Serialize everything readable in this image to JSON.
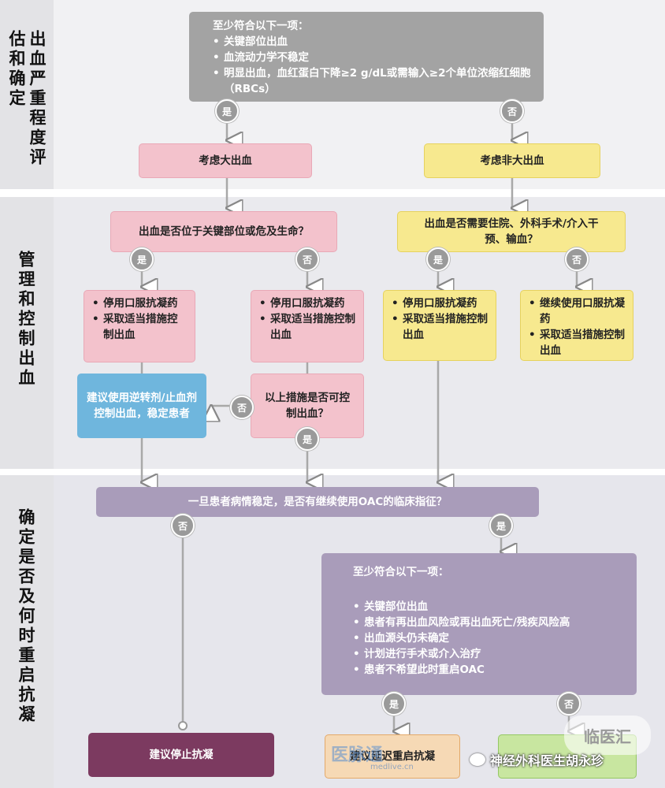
{
  "sections": {
    "s1": "出血严重程度评估和确定",
    "s2": "管理和控制出血",
    "s3": "确定是否及何时重启抗凝"
  },
  "box1": {
    "intro": "至少符合以下一项：",
    "items": [
      "关键部位出血",
      "血流动力学不稳定",
      "明显出血，血红蛋白下降≥2 g/dL或需输入≥2个单位浓缩红细胞（RBCs）"
    ]
  },
  "labels": {
    "yes": "是",
    "no": "否"
  },
  "major_bleed": "考虑大出血",
  "nonmajor_bleed": "考虑非大出血",
  "q_critical": "出血是否位于关键部位或危及生命？",
  "q_hospital": "出血是否需要住院、外科手术/介入干预、输血？",
  "stop_box": [
    "停用口服抗凝药",
    "采取适当措施控制出血"
  ],
  "continue_box": [
    "继续使用口服抗凝药",
    "采取适当措施控制出血"
  ],
  "reversal_box": "建议使用逆转剂/止血剂控制出血，稳定患者",
  "q_controlled": "以上措施是否可控制出血？",
  "q_resume": "一旦患者病情稳定，是否有继续使用OAC的临床指征？",
  "box_criteria": {
    "intro": "至少符合以下一项：",
    "items": [
      "关键部位出血",
      "患者有再出血风险或再出血死亡/残疾风险高",
      "出血源头仍未确定",
      "计划进行手术或介入治疗",
      "患者不希望此时重启OAC"
    ]
  },
  "stop_anticoag": "建议停止抗凝",
  "delay_restart": "建议延迟重启抗凝",
  "watermarks": {
    "wechat": "神经外科医生胡永珍",
    "site": "medlive.cn",
    "logo1": "医脉通",
    "logo2": "临医汇"
  },
  "colors": {
    "pink": "#f3c2cc",
    "yellow": "#f7e98f",
    "gray": "#a3a3a3",
    "blue": "#6fb6dd",
    "purple": "#a99cba",
    "plum": "#7c3a60"
  }
}
